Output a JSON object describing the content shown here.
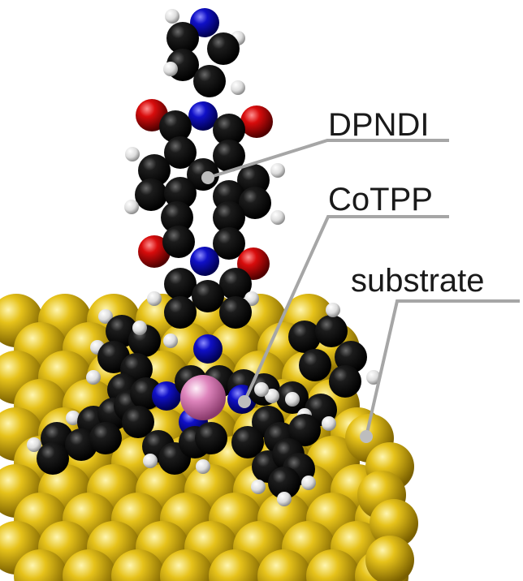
{
  "labels": {
    "dpndi": "DPNDI",
    "cotpp": "CoTPP",
    "substrate": "substrate"
  },
  "colors": {
    "gold": "#d9b400",
    "carbon": "#111111",
    "hydrogen": "#f2f2f2",
    "nitrogen": "#0a0aa8",
    "oxygen": "#c80808",
    "cobalt": "#d77ab0",
    "leader": "#a6a6a6"
  }
}
